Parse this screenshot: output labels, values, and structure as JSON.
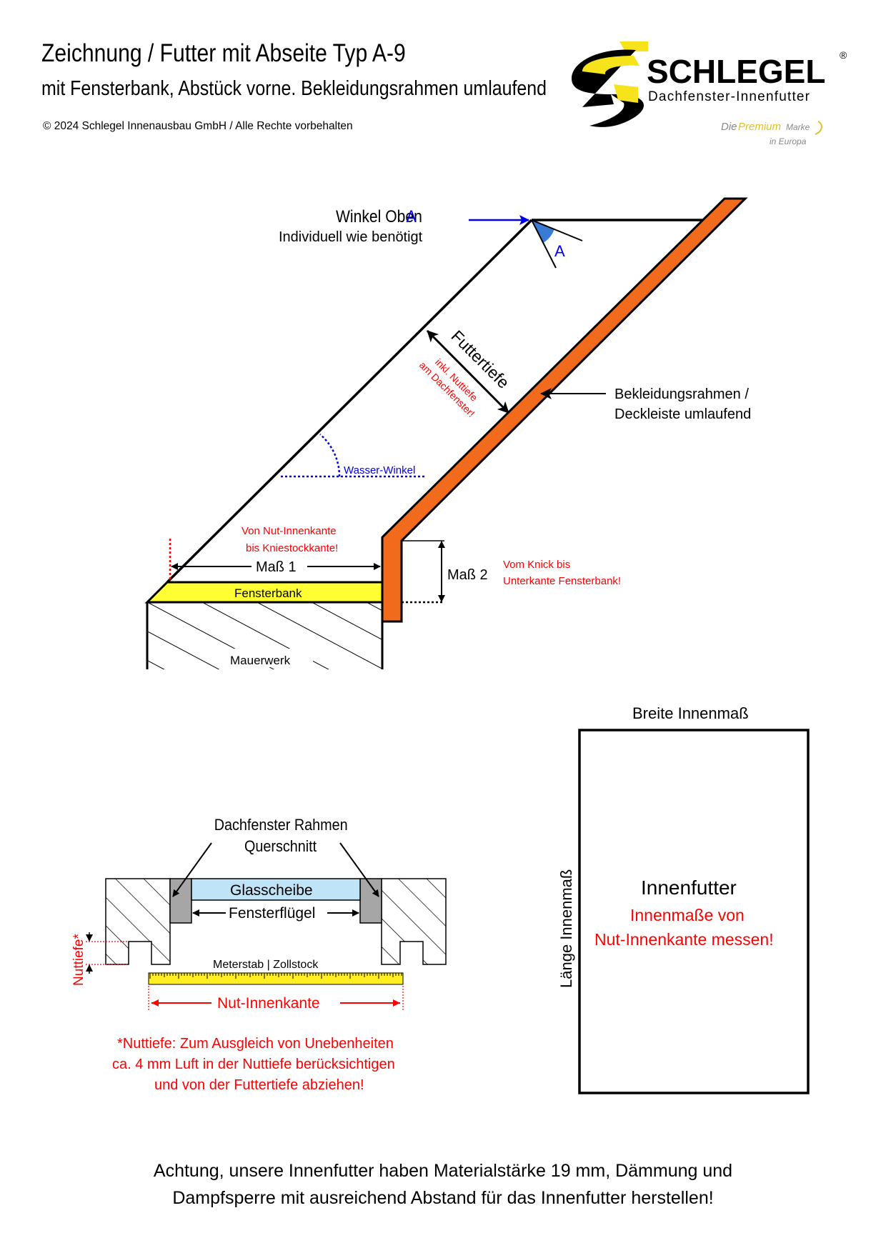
{
  "header": {
    "title": "Zeichnung / Futter mit Abseite Typ A-9",
    "subtitle": "mit Fensterbank, Abstück vorne. Bekleidungsrahmen umlaufend",
    "copyright": "© 2024 Schlegel Innenausbau GmbH / Alle Rechte vorbehalten"
  },
  "logo": {
    "brand": "SCHLEGEL",
    "registered": "®",
    "tagline": "Dachfenster-Innenfutter",
    "slogan_1": "Die",
    "slogan_2": "Premium",
    "slogan_3": "Marke",
    "slogan_4": "in Europa"
  },
  "main_diagram": {
    "winkel_oben": "Winkel Oben",
    "winkel_oben_letter": "A",
    "individuell": "Individuell wie benötigt",
    "angle_letter": "A",
    "futtertiefe": "Futtertiefe",
    "nuttiefe_note_1": "inkl. Nuttiefe",
    "nuttiefe_note_2": "am Dachfenster!",
    "bekleidung_1": "Bekleidungsrahmen /",
    "bekleidung_2": "Deckleiste umlaufend",
    "wasser_winkel": "Wasser-Winkel",
    "mass1_note_1": "Von Nut-Innenkante",
    "mass1_note_2": "bis Kniestockkante!",
    "mass1": "Maß 1",
    "mass2": "Maß 2",
    "mass2_note_1": "Vom Knick bis",
    "mass2_note_2": "Unterkante Fensterbank!",
    "fensterbank": "Fensterbank",
    "mauerwerk": "Mauerwerk"
  },
  "cross_section": {
    "title_1": "Dachfenster Rahmen",
    "title_2": "Querschnitt",
    "glasscheibe": "Glasscheibe",
    "fensterfluegel": "Fensterflügel",
    "nuttiefe": "Nuttiefe*",
    "meterstab": "Meterstab | Zollstock",
    "nut_innenkante": "Nut-Innenkante",
    "note_1": "*Nuttiefe: Zum Ausgleich von Unebenheiten",
    "note_2": "ca. 4 mm Luft in der Nuttiefe berücksichtigen",
    "note_3": "und von der Futtertiefe abziehen!"
  },
  "innenfutter_box": {
    "breite": "Breite Innenmaß",
    "laenge": "Länge Innenmaß",
    "title": "Innenfutter",
    "note_1": "Innenmaße von",
    "note_2": "Nut-Innenkante messen!"
  },
  "footer": {
    "line_1": "Achtung, unsere Innenfutter haben Materialstärke 19 mm, Dämmung und",
    "line_2": "Dampfsperre mit ausreichend Abstand für das Innenfutter herstellen!"
  },
  "colors": {
    "orange": "#f26a1b",
    "yellow": "#ffff33",
    "red": "#ff0000",
    "blue": "#0000ee",
    "glass": "#bfe3f7",
    "gray": "#a6a6a6"
  }
}
